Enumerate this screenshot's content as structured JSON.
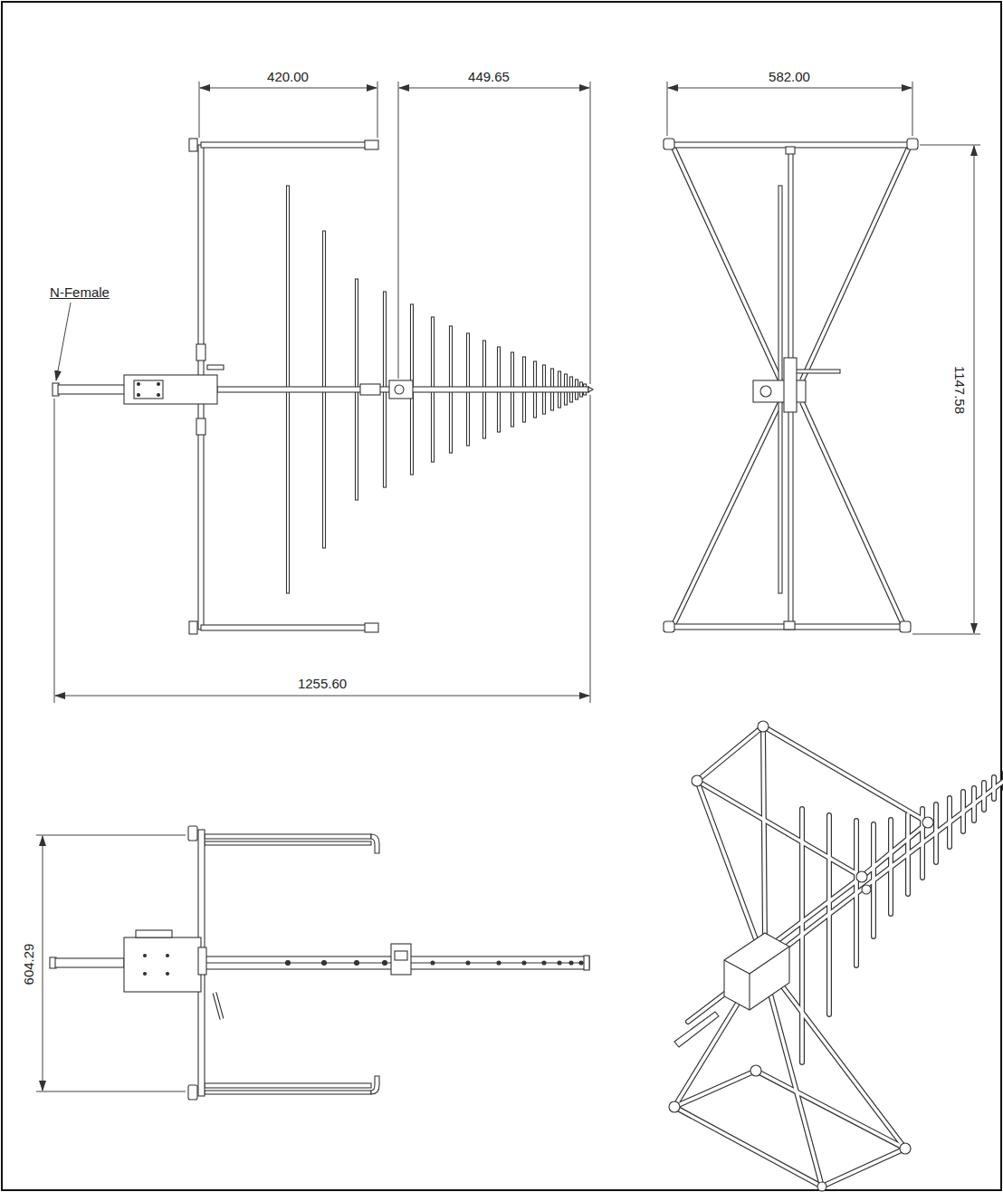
{
  "diagram": {
    "labels": [
      "420.00",
      "449.65",
      "N-Female",
      "582.00",
      "1147.58",
      "1255.60",
      "604.29"
    ]
  }
}
